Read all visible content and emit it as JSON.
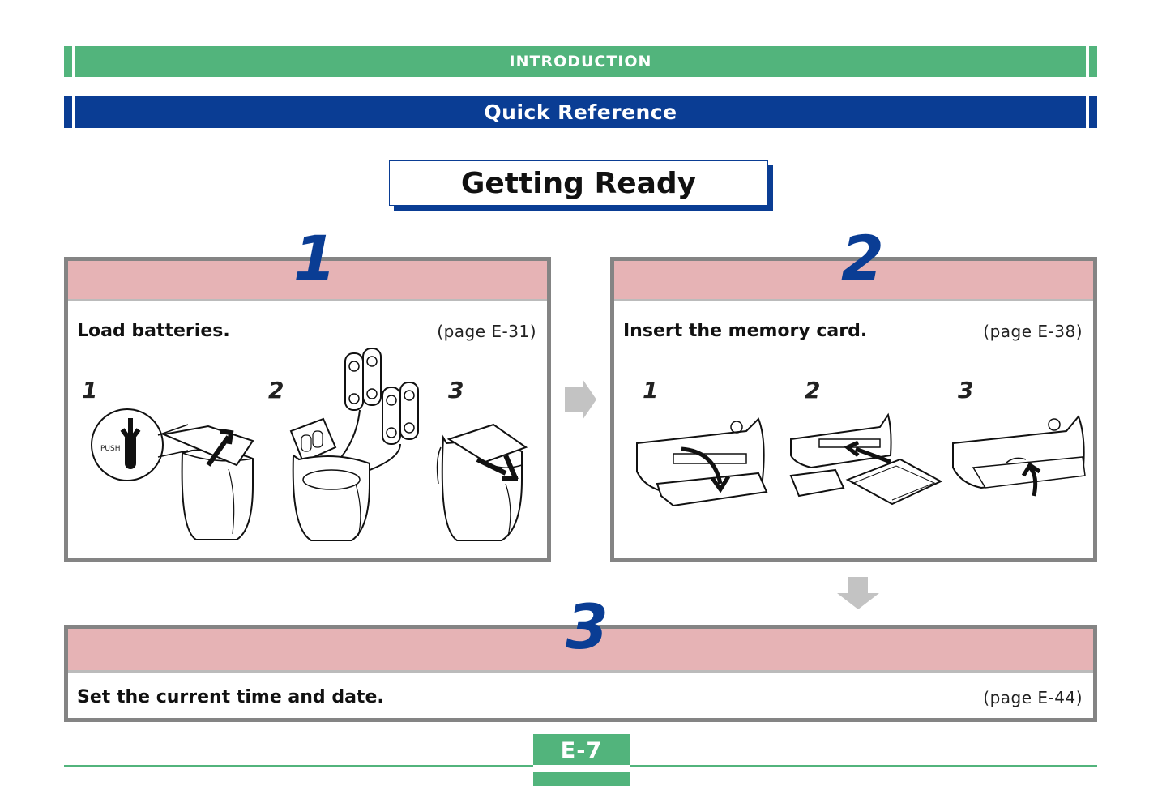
{
  "header": {
    "section": "INTRODUCTION",
    "subsection": "Quick Reference"
  },
  "title": "Getting Ready",
  "steps": [
    {
      "number": "1",
      "label": "Load batteries.",
      "page_ref": "(page E-31)",
      "substeps": [
        "1",
        "2",
        "3"
      ],
      "illustration_text": "PUSH"
    },
    {
      "number": "2",
      "label": "Insert the memory card.",
      "page_ref": "(page E-38)",
      "substeps": [
        "1",
        "2",
        "3"
      ]
    },
    {
      "number": "3",
      "label": "Set the current time and date.",
      "page_ref": "(page E-44)"
    }
  ],
  "footer": {
    "page_number": "E-7"
  },
  "colors": {
    "green": "#52b47c",
    "blue": "#0a3d94",
    "panel_head": "#e6b3b5",
    "panel_border": "#848484"
  },
  "icons": [
    "arrow-right-icon",
    "arrow-down-icon"
  ]
}
